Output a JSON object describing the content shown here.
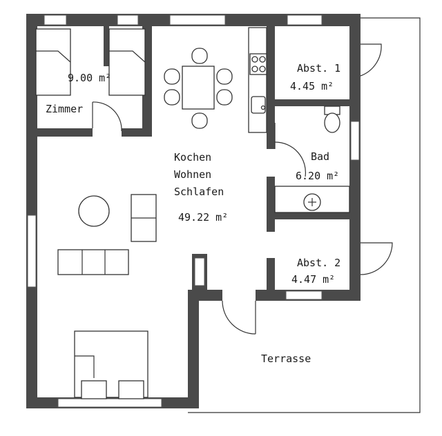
{
  "rooms": {
    "zimmer": {
      "name": "Zimmer",
      "area": "9.00 m²"
    },
    "living": {
      "line1": "Kochen",
      "line2": "Wohnen",
      "line3": "Schlafen",
      "area": "49.22 m²"
    },
    "abst1": {
      "name": "Abst. 1",
      "area": "4.45 m²"
    },
    "bad": {
      "name": "Bad",
      "area": "6.20 m²"
    },
    "abst2": {
      "name": "Abst. 2",
      "area": "4.47 m²"
    },
    "terrasse": {
      "name": "Terrasse"
    }
  }
}
